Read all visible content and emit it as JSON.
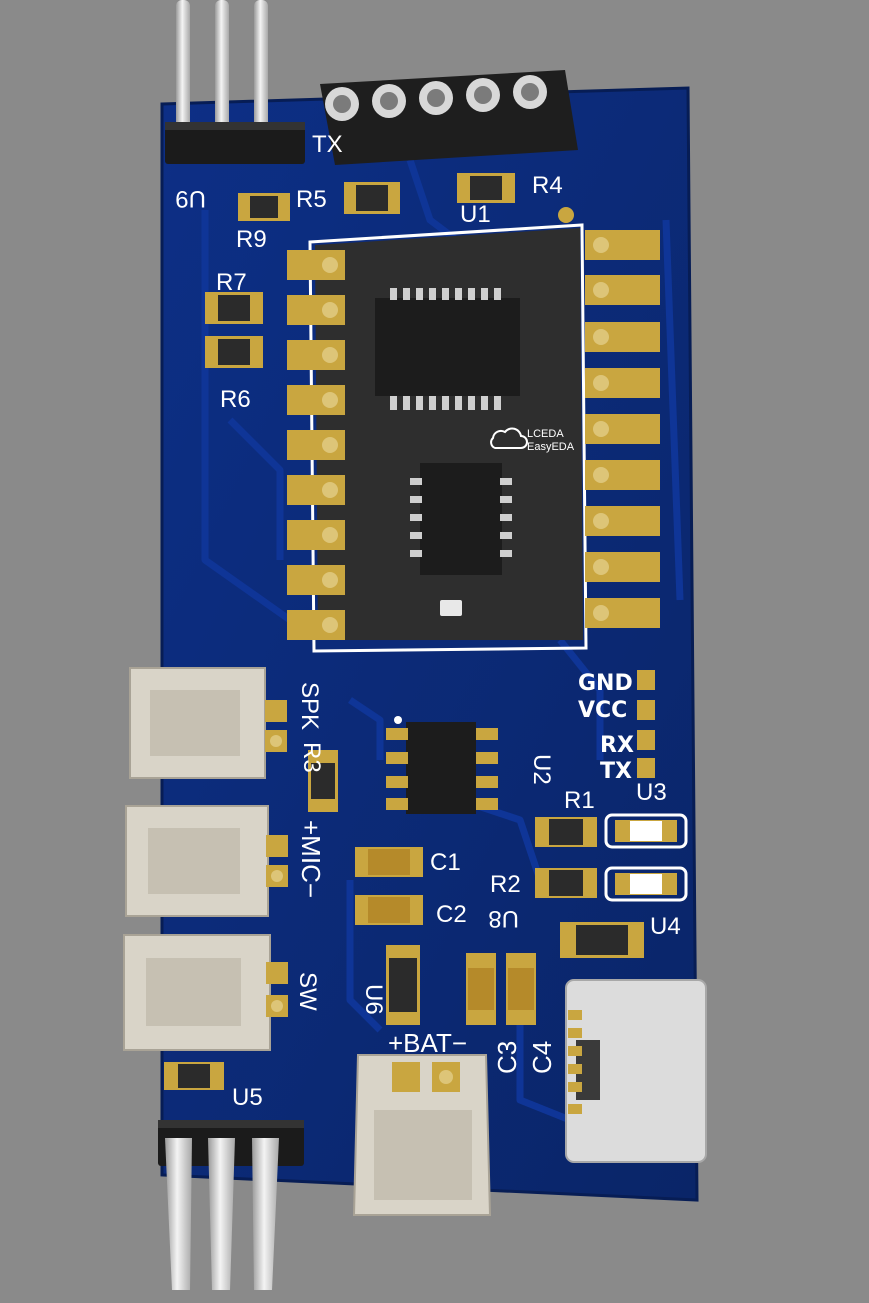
{
  "board": {
    "labels": {
      "tx_header": "TX",
      "u9_top": "U9",
      "r5": "R5",
      "r9": "R9",
      "u1": "U1",
      "r4": "R4",
      "r7": "R7",
      "r6": "R6",
      "spk": "SPK",
      "r3": "R3",
      "u2": "U2",
      "mic": "+MIC−",
      "c1": "C1",
      "c2": "C2",
      "sw": "SW",
      "u6": "U6",
      "bat": "+BAT−",
      "c3": "C3",
      "c4": "C4",
      "u5": "U5",
      "r1": "R1",
      "r2": "R2",
      "u3": "U3",
      "u4": "U4",
      "u8": "U8",
      "gnd": "GND",
      "vcc": "VCC",
      "rx": "RX",
      "tx": "TX"
    },
    "logo": {
      "line1": "LCEDA",
      "line2": "EasyEDA"
    },
    "colors": {
      "background": "#8a8a8a",
      "pcb": "#0b2a7a",
      "pad_gold": "#c9a640",
      "module": "#2e2e2e",
      "connector": "#d9d4c8",
      "pin_metal": "#e6e6e6"
    }
  }
}
